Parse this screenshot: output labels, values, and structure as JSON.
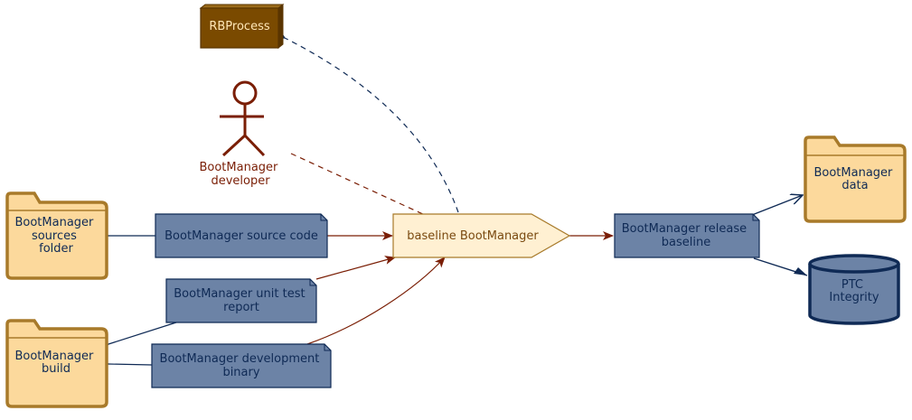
{
  "colors": {
    "folder_fill": "#fcd99c",
    "folder_stroke": "#a87a2a",
    "note_fill": "#6c83a6",
    "note_stroke": "#0f2a55",
    "text_dark": "#0f2a55",
    "process_fill": "#fff0d2",
    "process_stroke": "#a87a2a",
    "process_text": "#7a4a10",
    "actor": "#7a1e05",
    "node_fill": "#7a4a00",
    "node_stroke": "#5a3500",
    "node_text": "#ffe7b8",
    "flow_arrow": "#7a1e05",
    "link_dark": "#0f2a55"
  },
  "nodes": {
    "rbprocess": {
      "label": "RBProcess",
      "icon": "node-icon"
    },
    "actor": {
      "lines": [
        "BootManager",
        "developer"
      ],
      "icon": "actor-icon"
    },
    "sources_folder": {
      "lines": [
        "BootManager",
        "sources",
        "folder"
      ],
      "icon": "folder-icon"
    },
    "build_folder": {
      "lines": [
        "BootManager",
        "build"
      ],
      "icon": "folder-icon"
    },
    "data_folder": {
      "lines": [
        "BootManager",
        "data"
      ],
      "icon": "folder-icon"
    },
    "source_code": {
      "lines": [
        "BootManager source code"
      ],
      "icon": "note-icon"
    },
    "unit_test_report": {
      "lines": [
        "BootManager unit test",
        "report"
      ],
      "icon": "note-icon"
    },
    "dev_binary": {
      "lines": [
        "BootManager development",
        "binary"
      ],
      "icon": "note-icon"
    },
    "baseline": {
      "label": "baseline BootManager",
      "icon": "process-icon"
    },
    "release_baseline": {
      "lines": [
        "BootManager release",
        "baseline"
      ],
      "icon": "note-icon"
    },
    "ptc": {
      "lines": [
        "PTC",
        "Integrity"
      ],
      "icon": "database-icon"
    }
  }
}
